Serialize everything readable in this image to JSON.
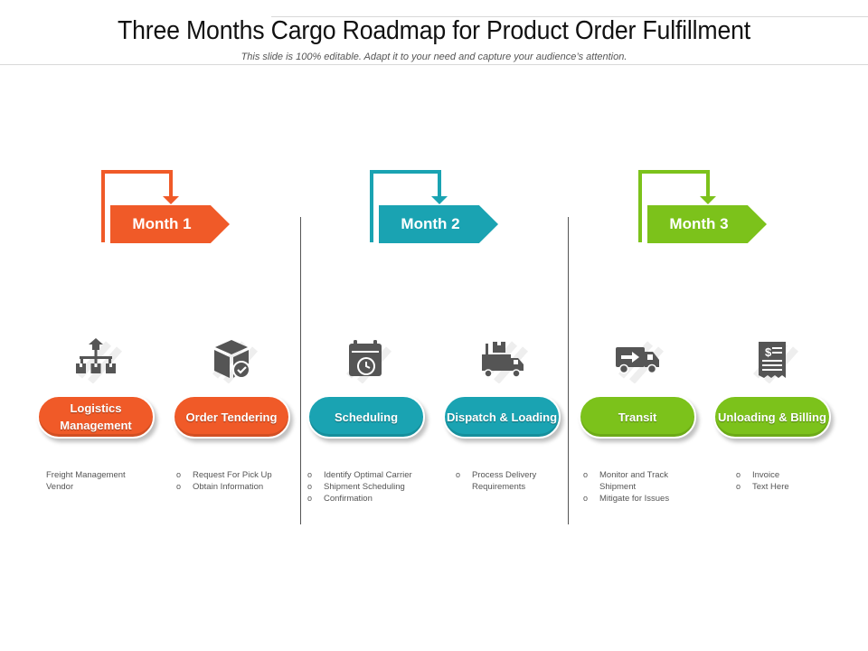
{
  "header": {
    "title": "Three Months Cargo Roadmap for Product Order Fulfillment",
    "subtitle": "This slide is 100% editable. Adapt it to your need and capture your audience’s attention."
  },
  "colors": {
    "orange": "#f05a28",
    "teal": "#1aa3b2",
    "green": "#7cc21b",
    "icon": "#555555"
  },
  "months": [
    {
      "label": "Month 1",
      "color": "#f05a28"
    },
    {
      "label": "Month 2",
      "color": "#1aa3b2"
    },
    {
      "label": "Month 3",
      "color": "#7cc21b"
    }
  ],
  "steps": [
    {
      "label": "Logistics Management",
      "icon": "logistics-network-icon",
      "bullets": false,
      "desc": [
        "Freight Management Vendor"
      ]
    },
    {
      "label": "Order Tendering",
      "icon": "box-check-icon",
      "bullets": true,
      "desc": [
        "Request For Pick Up",
        "Obtain Information"
      ]
    },
    {
      "label": "Scheduling",
      "icon": "calendar-clock-icon",
      "bullets": true,
      "desc": [
        "Identify Optimal Carrier",
        "Shipment Scheduling",
        "Confirmation"
      ]
    },
    {
      "label": "Dispatch & Loading",
      "icon": "truck-loading-icon",
      "bullets": true,
      "desc": [
        "Process Delivery Requirements"
      ]
    },
    {
      "label": "Transit",
      "icon": "delivery-truck-icon",
      "bullets": true,
      "desc": [
        "Monitor and Track Shipment",
        "Mitigate for Issues"
      ]
    },
    {
      "label": "Unloading & Billing",
      "icon": "invoice-icon",
      "bullets": true,
      "desc": [
        "Invoice",
        "Text Here"
      ]
    }
  ]
}
